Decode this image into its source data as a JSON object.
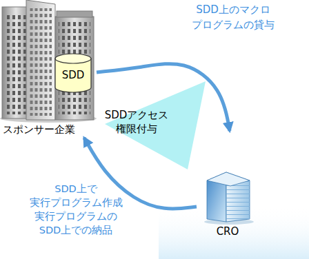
{
  "diagram": {
    "nodes": [
      {
        "text": [
          "スポンサー企業"
        ]
      },
      {
        "text": [
          "SDD"
        ],
        "in": 0
      },
      {
        "text": [
          "CRO"
        ]
      }
    ],
    "edges": [
      {
        "from": 0,
        "to": 2,
        "arrow": "to",
        "label": "SDD上のマクロ プログラムの貸与"
      },
      {
        "from": 2,
        "to": 0,
        "arrow": "to",
        "label": "SDD上で 実行プログラム作成 実行プログラムの SDD上での納品"
      }
    ],
    "labels": [
      "SDDアクセス 権限付与"
    ]
  }
}
